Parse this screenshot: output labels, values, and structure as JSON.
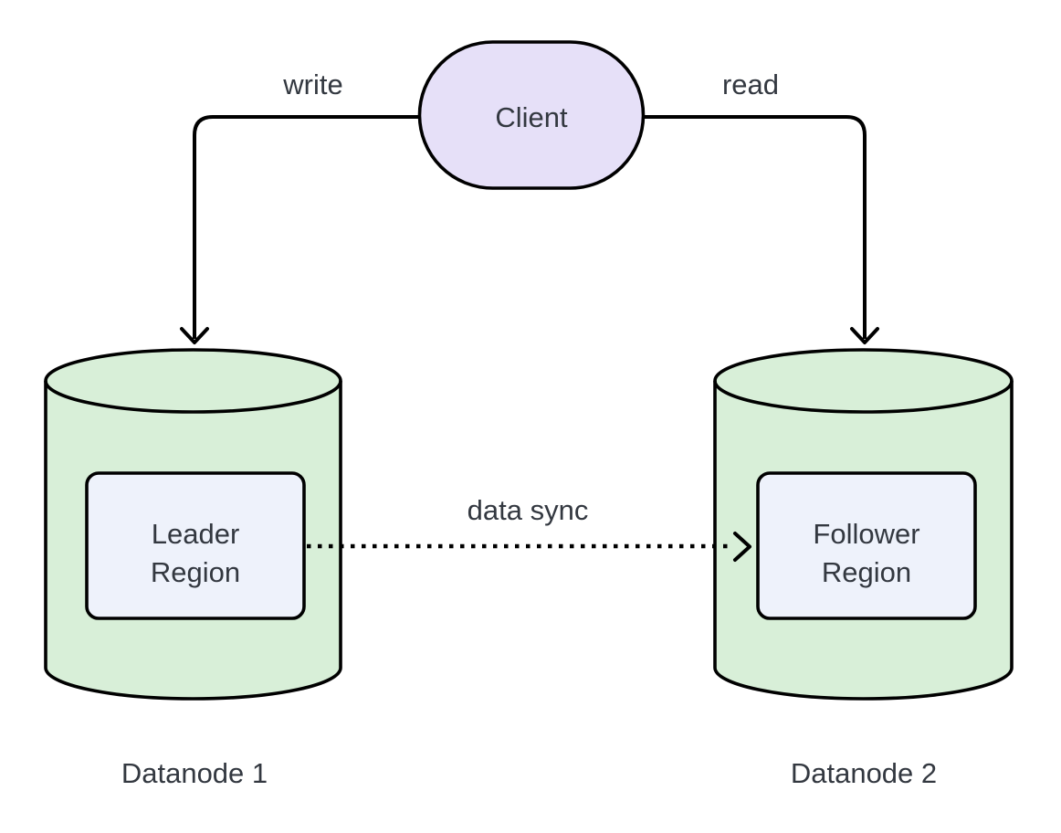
{
  "diagram": {
    "colors": {
      "background": "#ffffff",
      "stroke": "#000000",
      "text": "#333840",
      "client_fill": "#e6e0f8",
      "datanode_fill": "#d8efd8",
      "region_fill": "#eef2fb"
    },
    "client": {
      "label": "Client"
    },
    "datanode1": {
      "label": "Datanode 1",
      "region": {
        "label": "Leader Region",
        "lines": [
          "Leader",
          "Region"
        ]
      }
    },
    "datanode2": {
      "label": "Datanode 2",
      "region": {
        "label": "Follower Region",
        "lines": [
          "Follower",
          "Region"
        ]
      }
    },
    "edges": {
      "write": {
        "label": "write",
        "from": "Client",
        "to": "Datanode 1",
        "style": "solid"
      },
      "read": {
        "label": "read",
        "from": "Client",
        "to": "Datanode 2",
        "style": "solid"
      },
      "data_sync": {
        "label": "data sync",
        "from": "Leader Region",
        "to": "Follower Region",
        "style": "dotted"
      }
    }
  }
}
